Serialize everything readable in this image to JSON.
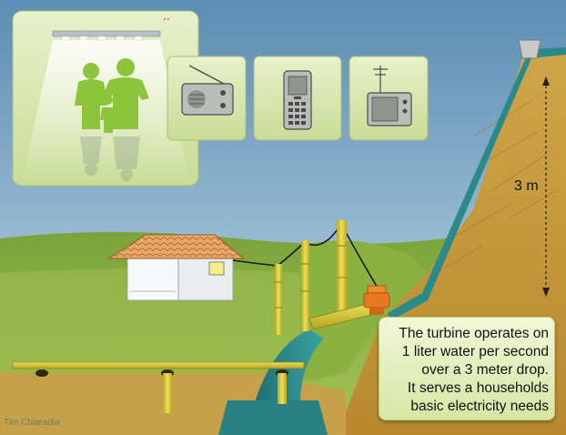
{
  "caption": {
    "lines": [
      "The turbine operates on",
      "1 liter water per second",
      "over a 3 meter drop.",
      "It serves a households",
      "basic electricity needs"
    ]
  },
  "height_label": "3 m",
  "credit": "Tim Chiaradia",
  "icons": {
    "family": "family-icon",
    "radio": "radio-icon",
    "phone": "mobile-phone-icon",
    "tv": "television-icon"
  },
  "colors": {
    "sky_top": "#5f8fb4",
    "sky_bottom": "#c6dbe8",
    "hill": "#c79a3d",
    "grass": "#7fa83a",
    "water": "#2a8a8a",
    "bamboo": "#d6c63a",
    "turbine": "#e8771e",
    "panel": "#d9e8b0",
    "icon_green": "#8cc43c"
  }
}
